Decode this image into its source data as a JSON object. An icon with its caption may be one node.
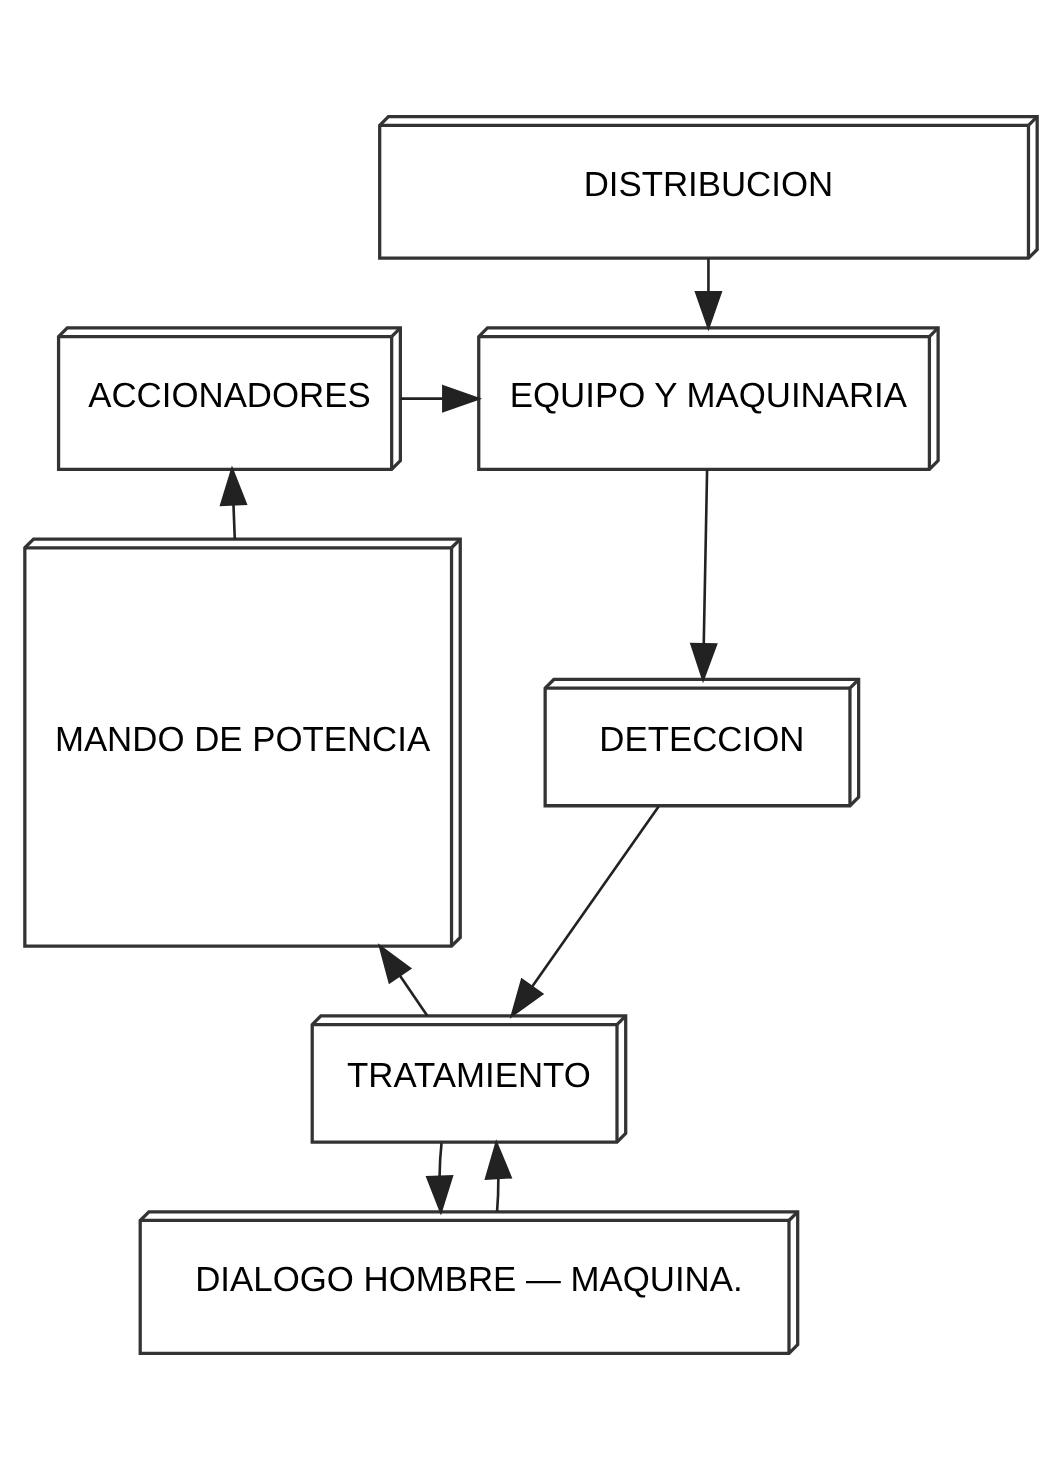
{
  "diagram": {
    "nodes": [
      {
        "text": [
          "DISTRIBUCION"
        ]
      },
      {
        "text": [
          "EQUIPO Y MAQUINARIA"
        ]
      },
      {
        "text": [
          "ACCIONADORES"
        ]
      },
      {
        "text": [
          "DETECCION"
        ]
      },
      {
        "text": [
          "TRATAMIENTO"
        ]
      },
      {
        "text": [
          "MANDO DE POTENCIA"
        ]
      },
      {
        "text": [
          "DIALOGO HOMBRE — MAQUINA."
        ]
      }
    ],
    "edges": [
      {
        "from": 0,
        "to": 1,
        "arrow": "to"
      },
      {
        "from": 2,
        "to": 1,
        "arrow": "to"
      },
      {
        "from": 1,
        "to": 3,
        "arrow": "to"
      },
      {
        "from": 5,
        "to": 2,
        "arrow": "to"
      },
      {
        "from": 3,
        "to": 4,
        "arrow": "to"
      },
      {
        "from": 4,
        "to": 5,
        "arrow": "to"
      },
      {
        "from": 4,
        "to": 6,
        "arrow": "to"
      },
      {
        "from": 6,
        "to": 4,
        "arrow": "to"
      }
    ]
  }
}
